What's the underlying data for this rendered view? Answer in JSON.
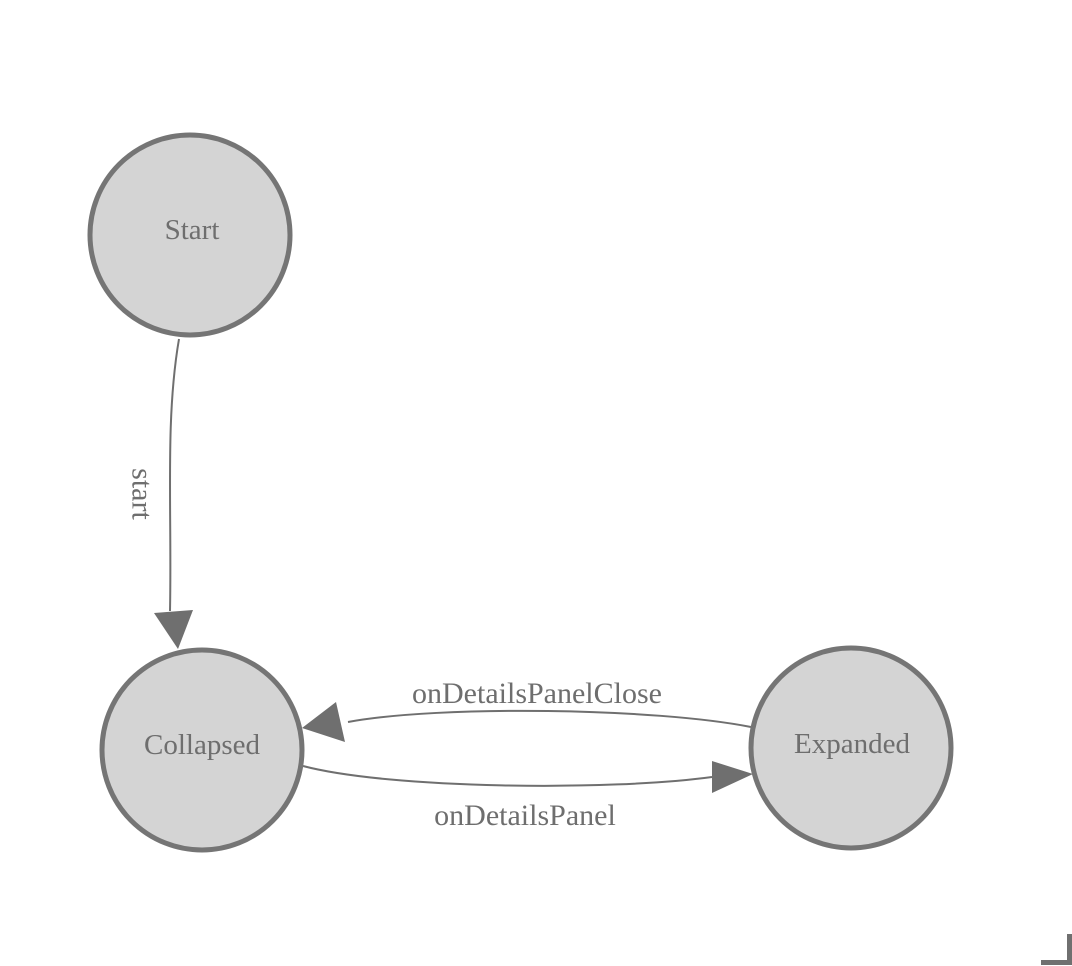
{
  "diagram": {
    "type": "state-diagram",
    "nodes": [
      {
        "id": "start",
        "label": "Start"
      },
      {
        "id": "collapsed",
        "label": "Collapsed"
      },
      {
        "id": "expanded",
        "label": "Expanded"
      }
    ],
    "edges": [
      {
        "from": "Start",
        "to": "Collapsed",
        "label": "start"
      },
      {
        "from": "Collapsed",
        "to": "Expanded",
        "label": "onDetailsPanel"
      },
      {
        "from": "Expanded",
        "to": "Collapsed",
        "label": "onDetailsPanelClose"
      }
    ],
    "colors": {
      "background": "#ffffff",
      "node_fill": "#d4d4d4",
      "node_border": "#757575",
      "edge_stroke": "#6f6f6f",
      "label_text": "#6e6e6e",
      "corner_mark": "#707070"
    }
  }
}
